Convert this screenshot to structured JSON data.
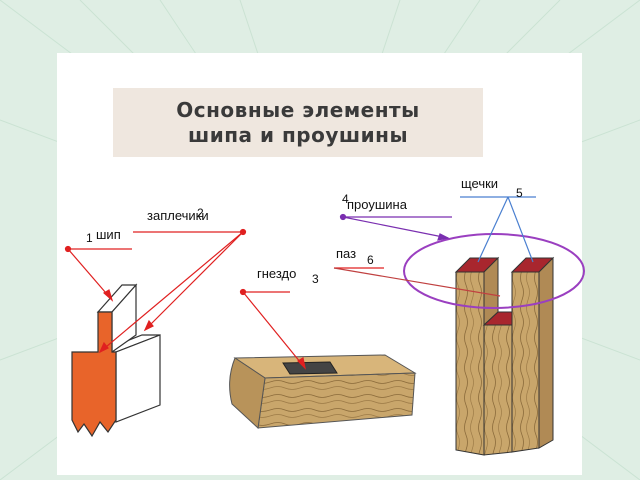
{
  "title": {
    "line1": "Основные элементы",
    "line2": "шипа и проушины"
  },
  "labels": {
    "shchechki": "щечки",
    "proushina": "проушина",
    "zaplechiki": "заплечики",
    "ship": "шип",
    "paz": "паз",
    "gnezdo": "гнездо"
  },
  "numbers": {
    "n1": "1",
    "n2": "2",
    "n3": "3",
    "n4": "4",
    "n5": "5",
    "n6": "6"
  },
  "colors": {
    "background": "#dfeee4",
    "title_box": "#efe7df",
    "pointer_red": "#e02020",
    "pointer_purple": "#7a2fb0",
    "pointer_blue": "#4a7fd0",
    "tenon_orange": "#e8642a",
    "wood": "#c9a66b",
    "end_grain_red": "#a8262e",
    "ellipse": "#9a3fc0"
  }
}
